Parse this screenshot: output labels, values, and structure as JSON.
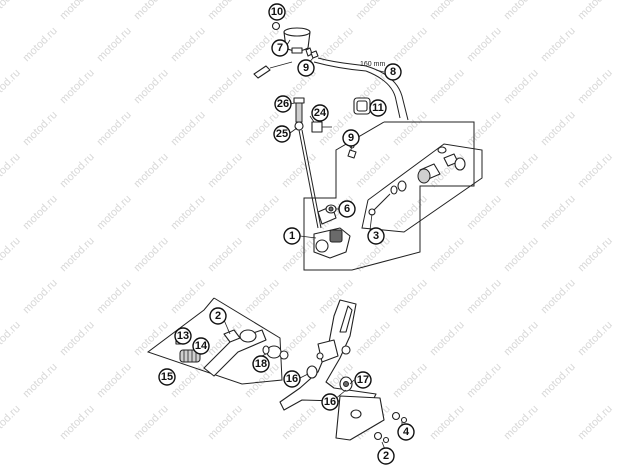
{
  "watermark": "motod.ru",
  "dimension_label": "160 mm",
  "callouts": {
    "c10": "10",
    "c7": "7",
    "c9a": "9",
    "c8": "8",
    "c26": "26",
    "c24": "24",
    "c11": "11",
    "c25": "25",
    "c9b": "9",
    "c6": "6",
    "c1": "1",
    "c3": "3",
    "c2a": "2",
    "c13": "13",
    "c14": "14",
    "c15": "15",
    "c18": "18",
    "c16a": "16",
    "c17": "17",
    "c16b": "16",
    "c4": "4",
    "c2b": "2"
  }
}
